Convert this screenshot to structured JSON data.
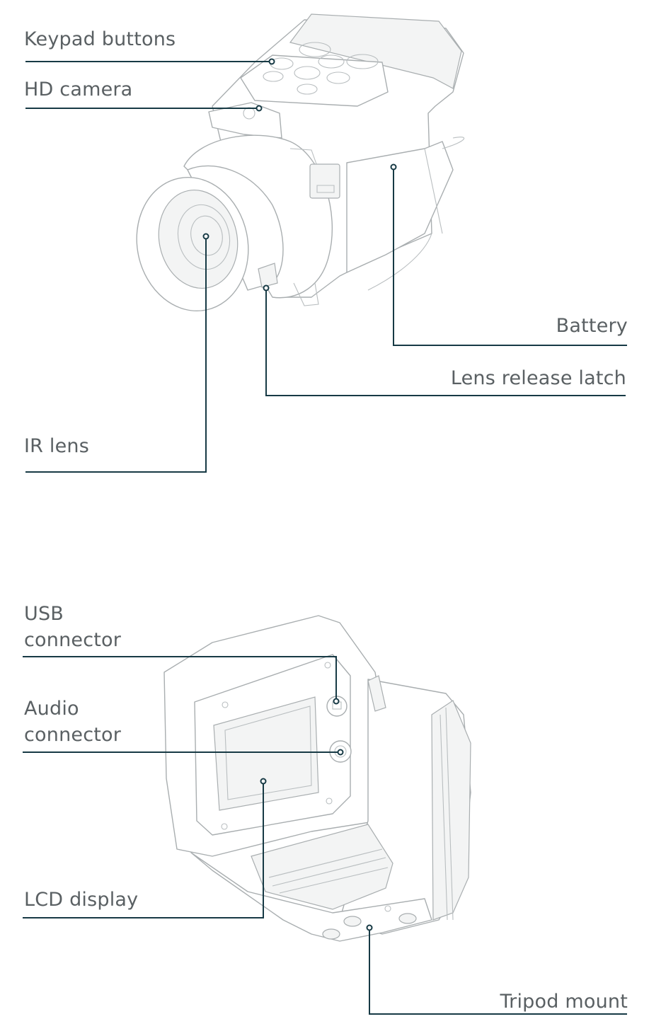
{
  "labels": {
    "keypad_buttons": "Keypad buttons",
    "hd_camera": "HD camera",
    "battery": "Battery",
    "lens_release_latch": "Lens release latch",
    "ir_lens": "IR lens",
    "usb_connector_line1": "USB",
    "usb_connector_line2": "connector",
    "audio_connector_line1": "Audio",
    "audio_connector_line2": "connector",
    "lcd_display": "LCD display",
    "tripod_mount": "Tripod mount"
  },
  "colors": {
    "leader_line": "#173a45",
    "label_text": "#5a6063",
    "device_outline": "#a9aeb0"
  }
}
